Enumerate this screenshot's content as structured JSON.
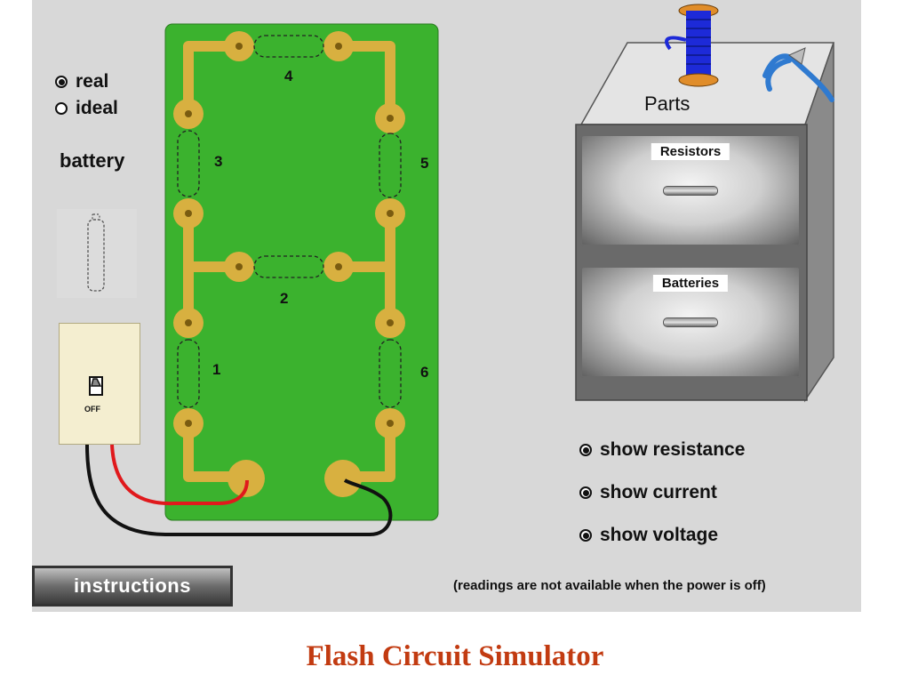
{
  "battery_type": {
    "options": [
      {
        "label": "real",
        "selected": true
      },
      {
        "label": "ideal",
        "selected": false
      }
    ]
  },
  "battery_label": "battery",
  "switch": {
    "label": "OFF",
    "state": "off"
  },
  "circuit_slots": [
    "1",
    "2",
    "3",
    "4",
    "5",
    "6"
  ],
  "parts_cabinet": {
    "title": "Parts",
    "drawers": [
      "Resistors",
      "Batteries"
    ]
  },
  "display_options": [
    {
      "label": "show resistance",
      "selected": true
    },
    {
      "label": "show current",
      "selected": true
    },
    {
      "label": "show voltage",
      "selected": true
    }
  ],
  "readings_note": "(readings are not available when the power is off)",
  "instructions_button": "instructions",
  "page_title": "Flash Circuit Simulator",
  "colors": {
    "board": "#3bb22e",
    "trace": "#d8b040",
    "title": "#c23b11",
    "stage": "#d8d8d8"
  }
}
